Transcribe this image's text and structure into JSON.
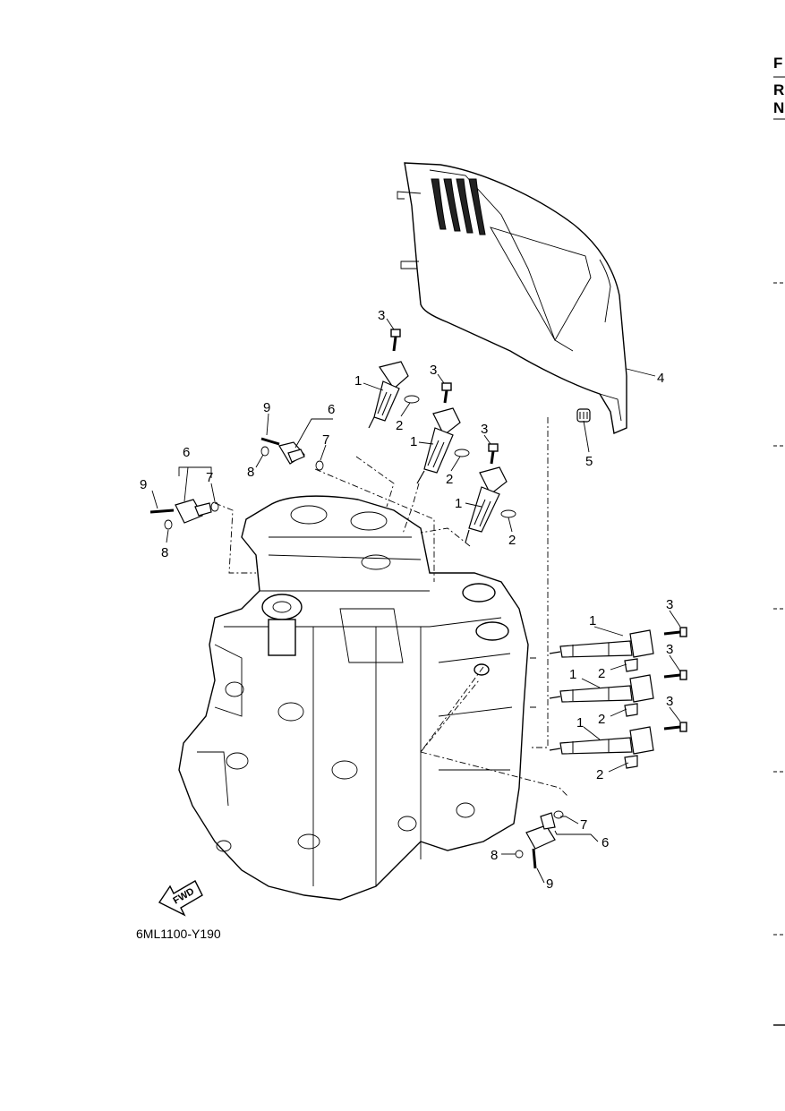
{
  "side_tab": {
    "letters": [
      "F",
      "R",
      "N"
    ]
  },
  "diagram": {
    "ref_code": "6ML1100-Y190",
    "fwd_label": "FWD",
    "callouts": [
      {
        "id": "c3a",
        "text": "3"
      },
      {
        "id": "c1a",
        "text": "1"
      },
      {
        "id": "c2a",
        "text": "2"
      },
      {
        "id": "c3b",
        "text": "3"
      },
      {
        "id": "c1b",
        "text": "1"
      },
      {
        "id": "c2b",
        "text": "2"
      },
      {
        "id": "c3c",
        "text": "3"
      },
      {
        "id": "c1c",
        "text": "1"
      },
      {
        "id": "c2c",
        "text": "2"
      },
      {
        "id": "c4",
        "text": "4"
      },
      {
        "id": "c5",
        "text": "5"
      },
      {
        "id": "c9a",
        "text": "9"
      },
      {
        "id": "c6a",
        "text": "6"
      },
      {
        "id": "c7a",
        "text": "7"
      },
      {
        "id": "c8a",
        "text": "8"
      },
      {
        "id": "c6b",
        "text": "6"
      },
      {
        "id": "c7b",
        "text": "7"
      },
      {
        "id": "c9b",
        "text": "9"
      },
      {
        "id": "c8b",
        "text": "8"
      },
      {
        "id": "c1d",
        "text": "1"
      },
      {
        "id": "c3d",
        "text": "3"
      },
      {
        "id": "c2d",
        "text": "2"
      },
      {
        "id": "c3e",
        "text": "3"
      },
      {
        "id": "c1e",
        "text": "1"
      },
      {
        "id": "c2e",
        "text": "2"
      },
      {
        "id": "c3f",
        "text": "3"
      },
      {
        "id": "c1f",
        "text": "1"
      },
      {
        "id": "c2f",
        "text": "2"
      },
      {
        "id": "c7c",
        "text": "7"
      },
      {
        "id": "c6c",
        "text": "6"
      },
      {
        "id": "c8c",
        "text": "8"
      },
      {
        "id": "c9c",
        "text": "9"
      }
    ]
  }
}
